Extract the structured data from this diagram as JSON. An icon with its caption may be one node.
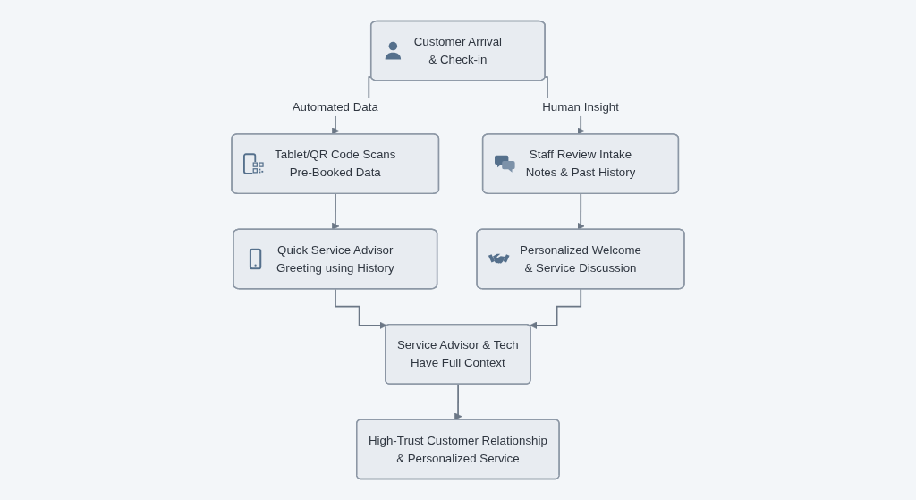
{
  "diagram": {
    "nodes": [
      {
        "text": [
          "Customer Arrival & Check-in"
        ]
      },
      {
        "text": [
          "Tablet/QR Code Scans Pre-Booked Data"
        ]
      },
      {
        "text": [
          "Staff Review Intake Notes & Past History"
        ]
      },
      {
        "text": [
          "Quick Service Advisor Greeting using History"
        ]
      },
      {
        "text": [
          "Personalized Welcome & Service Discussion"
        ]
      },
      {
        "text": [
          "Service Advisor & Tech Have Full Context"
        ]
      },
      {
        "text": [
          "High-Trust Customer Relationship & Personalized Service"
        ]
      }
    ],
    "edges": [
      {
        "from": 0,
        "to": 1,
        "arrow": "to",
        "label": "Automated Data"
      },
      {
        "from": 0,
        "to": 2,
        "arrow": "to",
        "label": "Human Insight"
      },
      {
        "from": 1,
        "to": 3,
        "arrow": "to"
      },
      {
        "from": 2,
        "to": 4,
        "arrow": "to"
      },
      {
        "from": 3,
        "to": 5,
        "arrow": "to"
      },
      {
        "from": 4,
        "to": 5,
        "arrow": "to"
      },
      {
        "from": 5,
        "to": 6,
        "arrow": "to"
      }
    ]
  }
}
